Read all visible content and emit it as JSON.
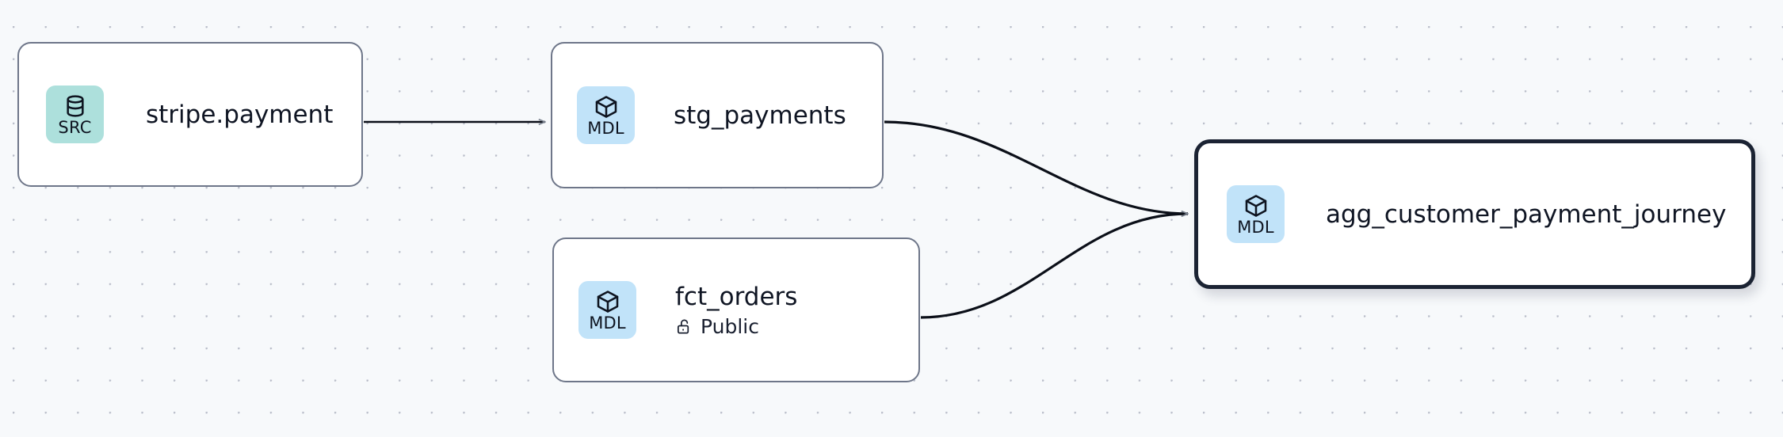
{
  "canvas": {
    "background_color": "#f7f9fb",
    "dot_color": "#b9bdc9",
    "edge_color": "#0b0f18",
    "arrow_color": "#7a828f"
  },
  "graph": {
    "nodes": [
      {
        "id": "stripe-payment",
        "title": "stripe.payment",
        "badge_label": "SRC",
        "badge_icon": "database-icon",
        "badge_color": "#ade0dc",
        "selected": false,
        "subtitle": null,
        "subtitle_icon": null
      },
      {
        "id": "stg-payments",
        "title": "stg_payments",
        "badge_label": "MDL",
        "badge_icon": "cube-icon",
        "badge_color": "#c1e3f9",
        "selected": false,
        "subtitle": null,
        "subtitle_icon": null
      },
      {
        "id": "fct-orders",
        "title": "fct_orders",
        "badge_label": "MDL",
        "badge_icon": "cube-icon",
        "badge_color": "#c1e3f9",
        "selected": false,
        "subtitle": "Public",
        "subtitle_icon": "unlock-icon"
      },
      {
        "id": "agg-journey",
        "title": "agg_customer_payment_journey",
        "badge_label": "MDL",
        "badge_icon": "cube-icon",
        "badge_color": "#c1e3f9",
        "selected": true,
        "subtitle": null,
        "subtitle_icon": null
      }
    ],
    "edges": [
      {
        "id": "edge-stripe-to-stg",
        "from": "stripe-payment",
        "to": "stg-payments",
        "style": "straight"
      },
      {
        "id": "edge-stg-to-agg",
        "from": "stg-payments",
        "to": "agg-journey",
        "style": "bezier"
      },
      {
        "id": "edge-fct-to-agg",
        "from": "fct-orders",
        "to": "agg-journey",
        "style": "bezier"
      }
    ]
  }
}
